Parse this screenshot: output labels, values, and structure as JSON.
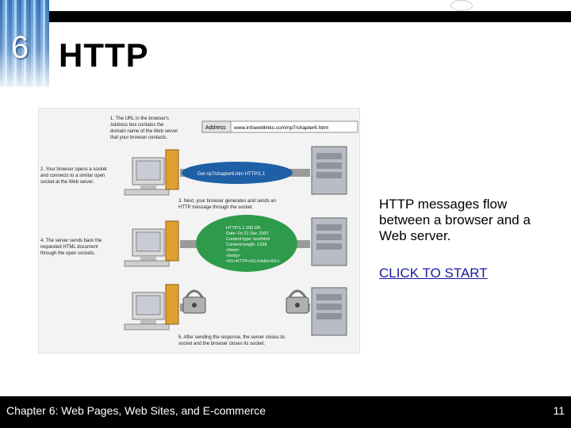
{
  "slide": {
    "number": "6",
    "title": "HTTP",
    "side_text": "HTTP messages flow between a browser and a Web server.",
    "link_text": "CLICK TO START"
  },
  "diagram": {
    "step1": [
      "1. The URL in the browser's",
      "Address box contains the",
      "domain name of the Web server",
      "that your browser contacts."
    ],
    "address_label": "Address",
    "address_url": "www.infoweblinks.com/np7/chapter6.html",
    "step2": [
      "2. Your browser opens a socket",
      "and connects to a similar open",
      "socket at the Web server."
    ],
    "get_message": "Get np7/chapter6.htm HTTP/1.1",
    "step3": [
      "3. Next, your browser generates and sends an",
      "HTTP message through the socket."
    ],
    "step4": [
      "4. The server sends back the",
      "requested HTML document",
      "through the open sockets."
    ],
    "response_lines": [
      "HTTP/1.1 200 OK",
      "Date: Fri 21 Dec 2007",
      "Content-type: text/html",
      "Content-length: 1338",
      "<html>",
      "<body>",
      "<h1>HTTP</h1>Hello</h1>"
    ],
    "step5": [
      "5. After sending the response, the server closes its",
      "socket and the browser closes its socket."
    ]
  },
  "footer": {
    "chapter": "Chapter 6: Web Pages, Web Sites, and E-commerce",
    "page": "11"
  },
  "colors": {
    "header_bar": "#000000",
    "deco_blue": "#2c6fb8",
    "pipe_blue": "#1f5fa6",
    "pipe_green": "#2e9b4a",
    "link": "#1a1aa0"
  }
}
